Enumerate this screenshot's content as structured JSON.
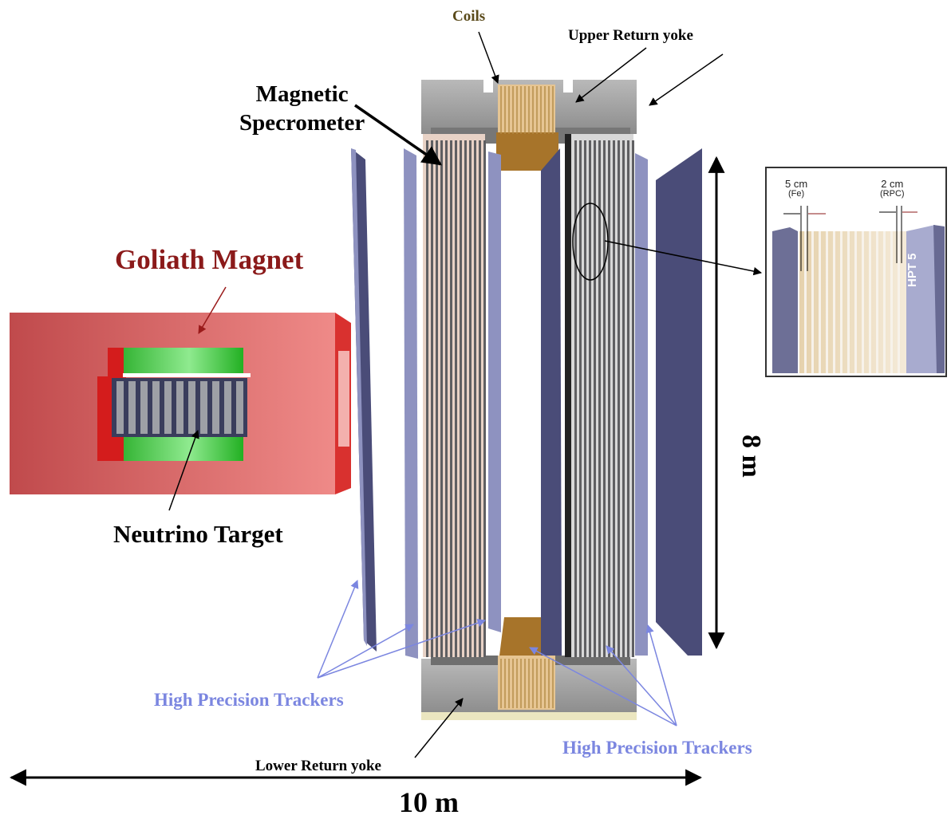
{
  "labels": {
    "coils": "Coils",
    "upper_return_yoke": "Upper Return yoke",
    "magnetic_line1": "Magnetic",
    "magnetic_line2": "Specrometer",
    "goliath_magnet": "Goliath Magnet",
    "neutrino_target": "Neutrino Target",
    "hpt_left": "High Precision Trackers",
    "hpt_right": "High Precision Trackers",
    "lower_return_yoke": "Lower Return yoke",
    "width_dim": "10 m",
    "height_dim": "8 m"
  },
  "inset": {
    "fe_thickness": "5 cm",
    "fe_material": "(Fe)",
    "rpc_thickness": "2 cm",
    "rpc_material": "(RPC)",
    "tracker_name": "HPT 5"
  },
  "colors": {
    "goliath_red": "#c9474b",
    "goliath_text": "#8b1a1a",
    "green_coil": "#2fc42f",
    "tracker_blue": "#4a4c78",
    "tracker_light": "#8e92c0",
    "yoke_gray": "#a8a8a8",
    "coil_brown": "#a67a2a",
    "hpt_label_blue": "#7b86e0"
  }
}
